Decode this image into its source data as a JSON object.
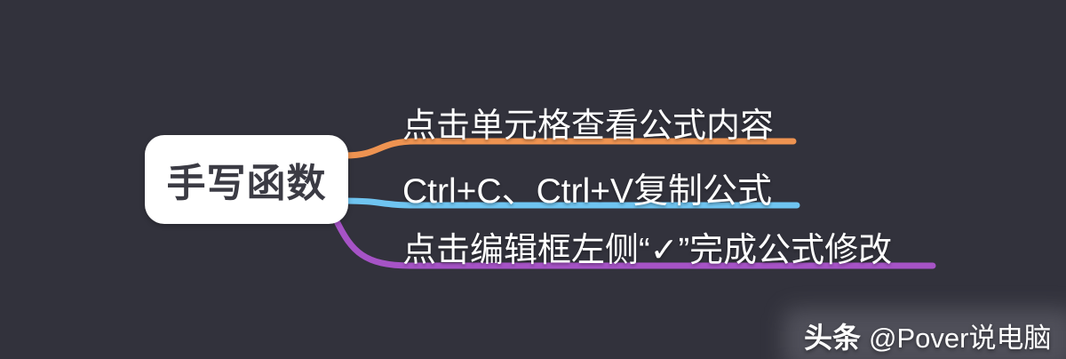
{
  "canvas": {
    "background_color": "#32323C"
  },
  "mindmap": {
    "root": {
      "label": "手写函数",
      "bg_color": "#FFFFFF",
      "text_color": "#3B3B44"
    },
    "branches": [
      {
        "label": "点击单元格查看公式内容",
        "color": "#EE9351"
      },
      {
        "label": "Ctrl+C、Ctrl+V复制公式",
        "color": "#6FC4F0"
      },
      {
        "label": "点击编辑框左侧“✓”完成公式修改",
        "color": "#A653C6"
      }
    ]
  },
  "watermark": {
    "brand": "头条",
    "handle": "@Pover说电脑"
  }
}
